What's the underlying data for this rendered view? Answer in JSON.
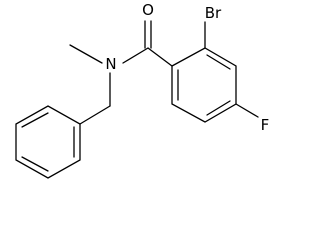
{
  "structure": {
    "atoms": [
      {
        "id": "O",
        "label": "O"
      },
      {
        "id": "N",
        "label": "N"
      },
      {
        "id": "Br",
        "label": "Br"
      },
      {
        "id": "F",
        "label": "F"
      }
    ]
  }
}
